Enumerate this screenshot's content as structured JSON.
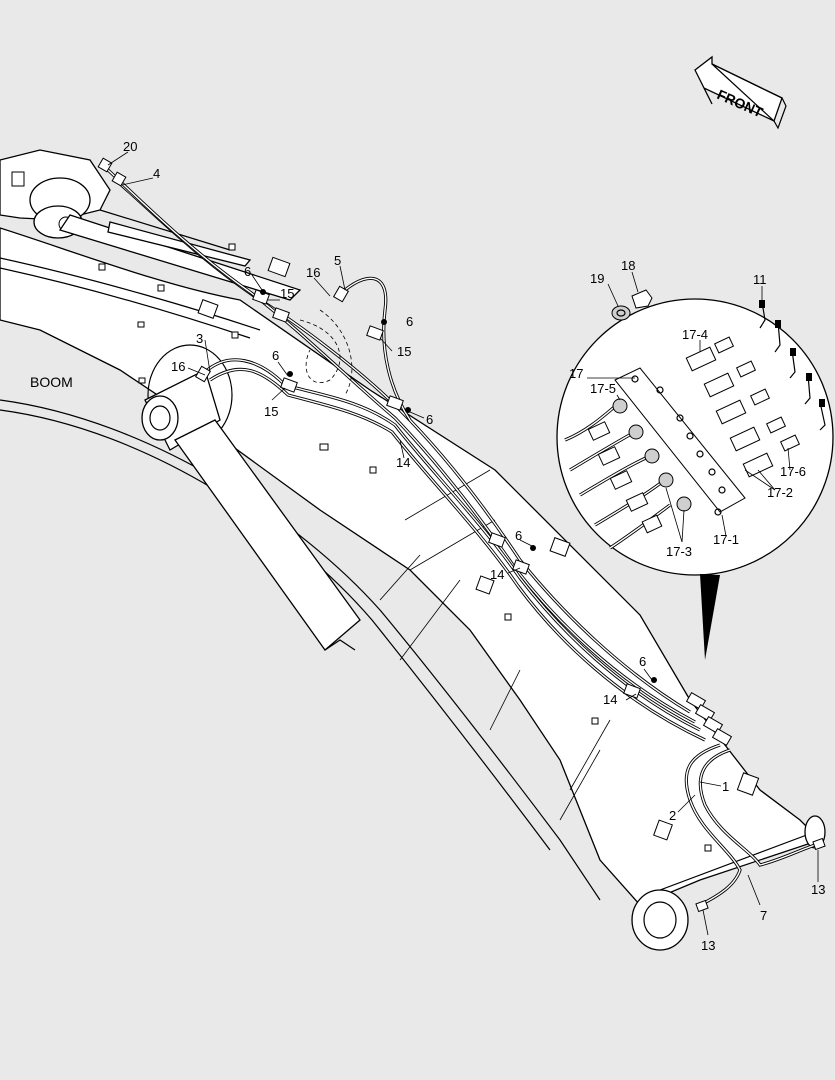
{
  "diagram": {
    "front_label": "FRONT",
    "boom_label": "BOOM",
    "callouts": {
      "c1": "1",
      "c2": "2",
      "c3": "3",
      "c4": "4",
      "c5": "5",
      "c6a": "6",
      "c6b": "6",
      "c6c": "6",
      "c6d": "6",
      "c6e": "6",
      "c6f": "6",
      "c7": "7",
      "c11": "11",
      "c13a": "13",
      "c13b": "13",
      "c14a": "14",
      "c14b": "14",
      "c14c": "14",
      "c15a": "15",
      "c15b": "15",
      "c15c": "15",
      "c16a": "16",
      "c16b": "16",
      "c17": "17",
      "c17_1": "17-1",
      "c17_2": "17-2",
      "c17_3": "17-3",
      "c17_4": "17-4",
      "c17_5": "17-5",
      "c17_6": "17-6",
      "c18": "18",
      "c19": "19",
      "c20": "20"
    }
  },
  "colors": {
    "background": "#e9e9e9",
    "line": "#000000",
    "fill": "#ffffff"
  }
}
